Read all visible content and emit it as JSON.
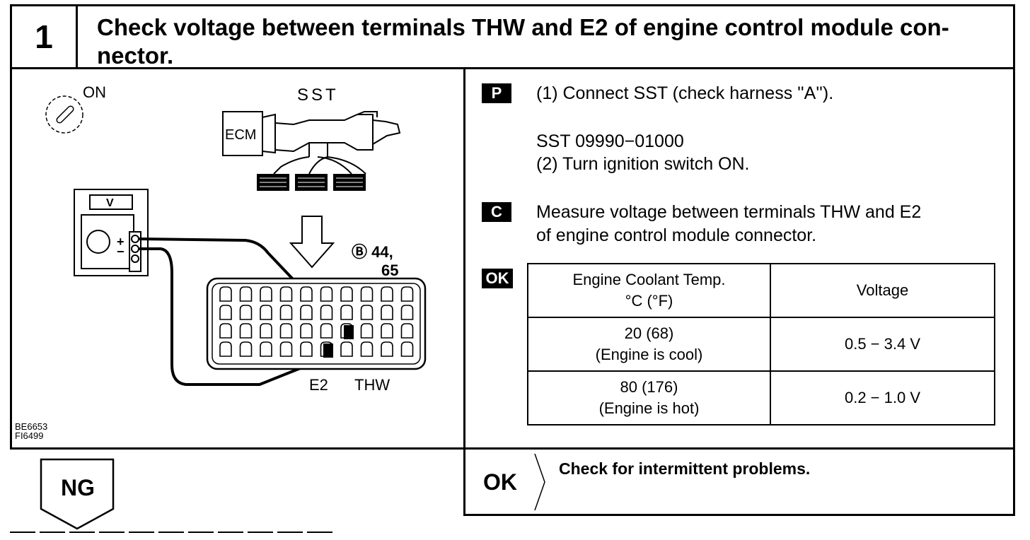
{
  "step": {
    "number": "1",
    "title_line1": "Check voltage between terminals THW and E2 of engine control module con-",
    "title_line2": "nector."
  },
  "figure": {
    "ignition_label": "ON",
    "sst_label": "SST",
    "ecm_label": "ECM",
    "meter_label": "V",
    "plus_label": "+",
    "minus_label": "−",
    "connector_label": "Ⓑ 44,",
    "connector_label2": "65",
    "e2_label": "E2",
    "thw_label": "THW",
    "code1": "BE6653",
    "code2": "FI6499"
  },
  "procedure": {
    "p_tag": "P",
    "p_step1": "(1) Connect SST (check harness ''A'').",
    "sst_number": "SST 09990−01000",
    "p_step2": "(2)  Turn ignition switch ON.",
    "c_tag": "C",
    "c_line1": "Measure voltage between terminals THW and E2",
    "c_line2": "of engine control module connector.",
    "ok_tag": "OK"
  },
  "spec_table": {
    "header_temp_line1": "Engine  Coolant  Temp.",
    "header_temp_line2": "°C (°F)",
    "header_voltage": "Voltage",
    "rows": [
      {
        "temp": "20 (68)",
        "condition": "(Engine is cool)",
        "voltage": "0.5 − 3.4 V"
      },
      {
        "temp": "80 (176)",
        "condition": "(Engine is hot)",
        "voltage": "0.2 − 1.0 V"
      }
    ]
  },
  "result": {
    "ng_label": "NG",
    "ok_label": "OK",
    "ok_action": "Check for intermittent problems."
  }
}
